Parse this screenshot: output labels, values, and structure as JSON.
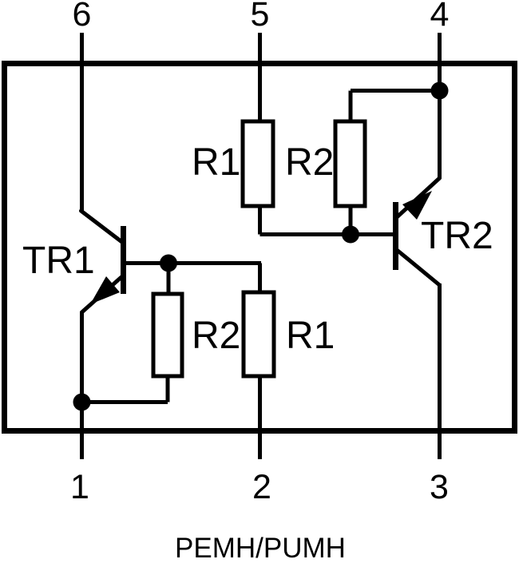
{
  "pins": {
    "p1": "1",
    "p2": "2",
    "p3": "3",
    "p4": "4",
    "p5": "5",
    "p6": "6"
  },
  "transistors": {
    "tr1": "TR1",
    "tr2": "TR2"
  },
  "resistors": {
    "tr2_series_r1": "R1",
    "tr2_shunt_r2": "R2",
    "tr1_shunt_r2": "R2",
    "tr1_series_r1": "R1"
  },
  "caption": "PEMH/PUMH",
  "colors": {
    "line": "#000000",
    "background": "#ffffff"
  }
}
